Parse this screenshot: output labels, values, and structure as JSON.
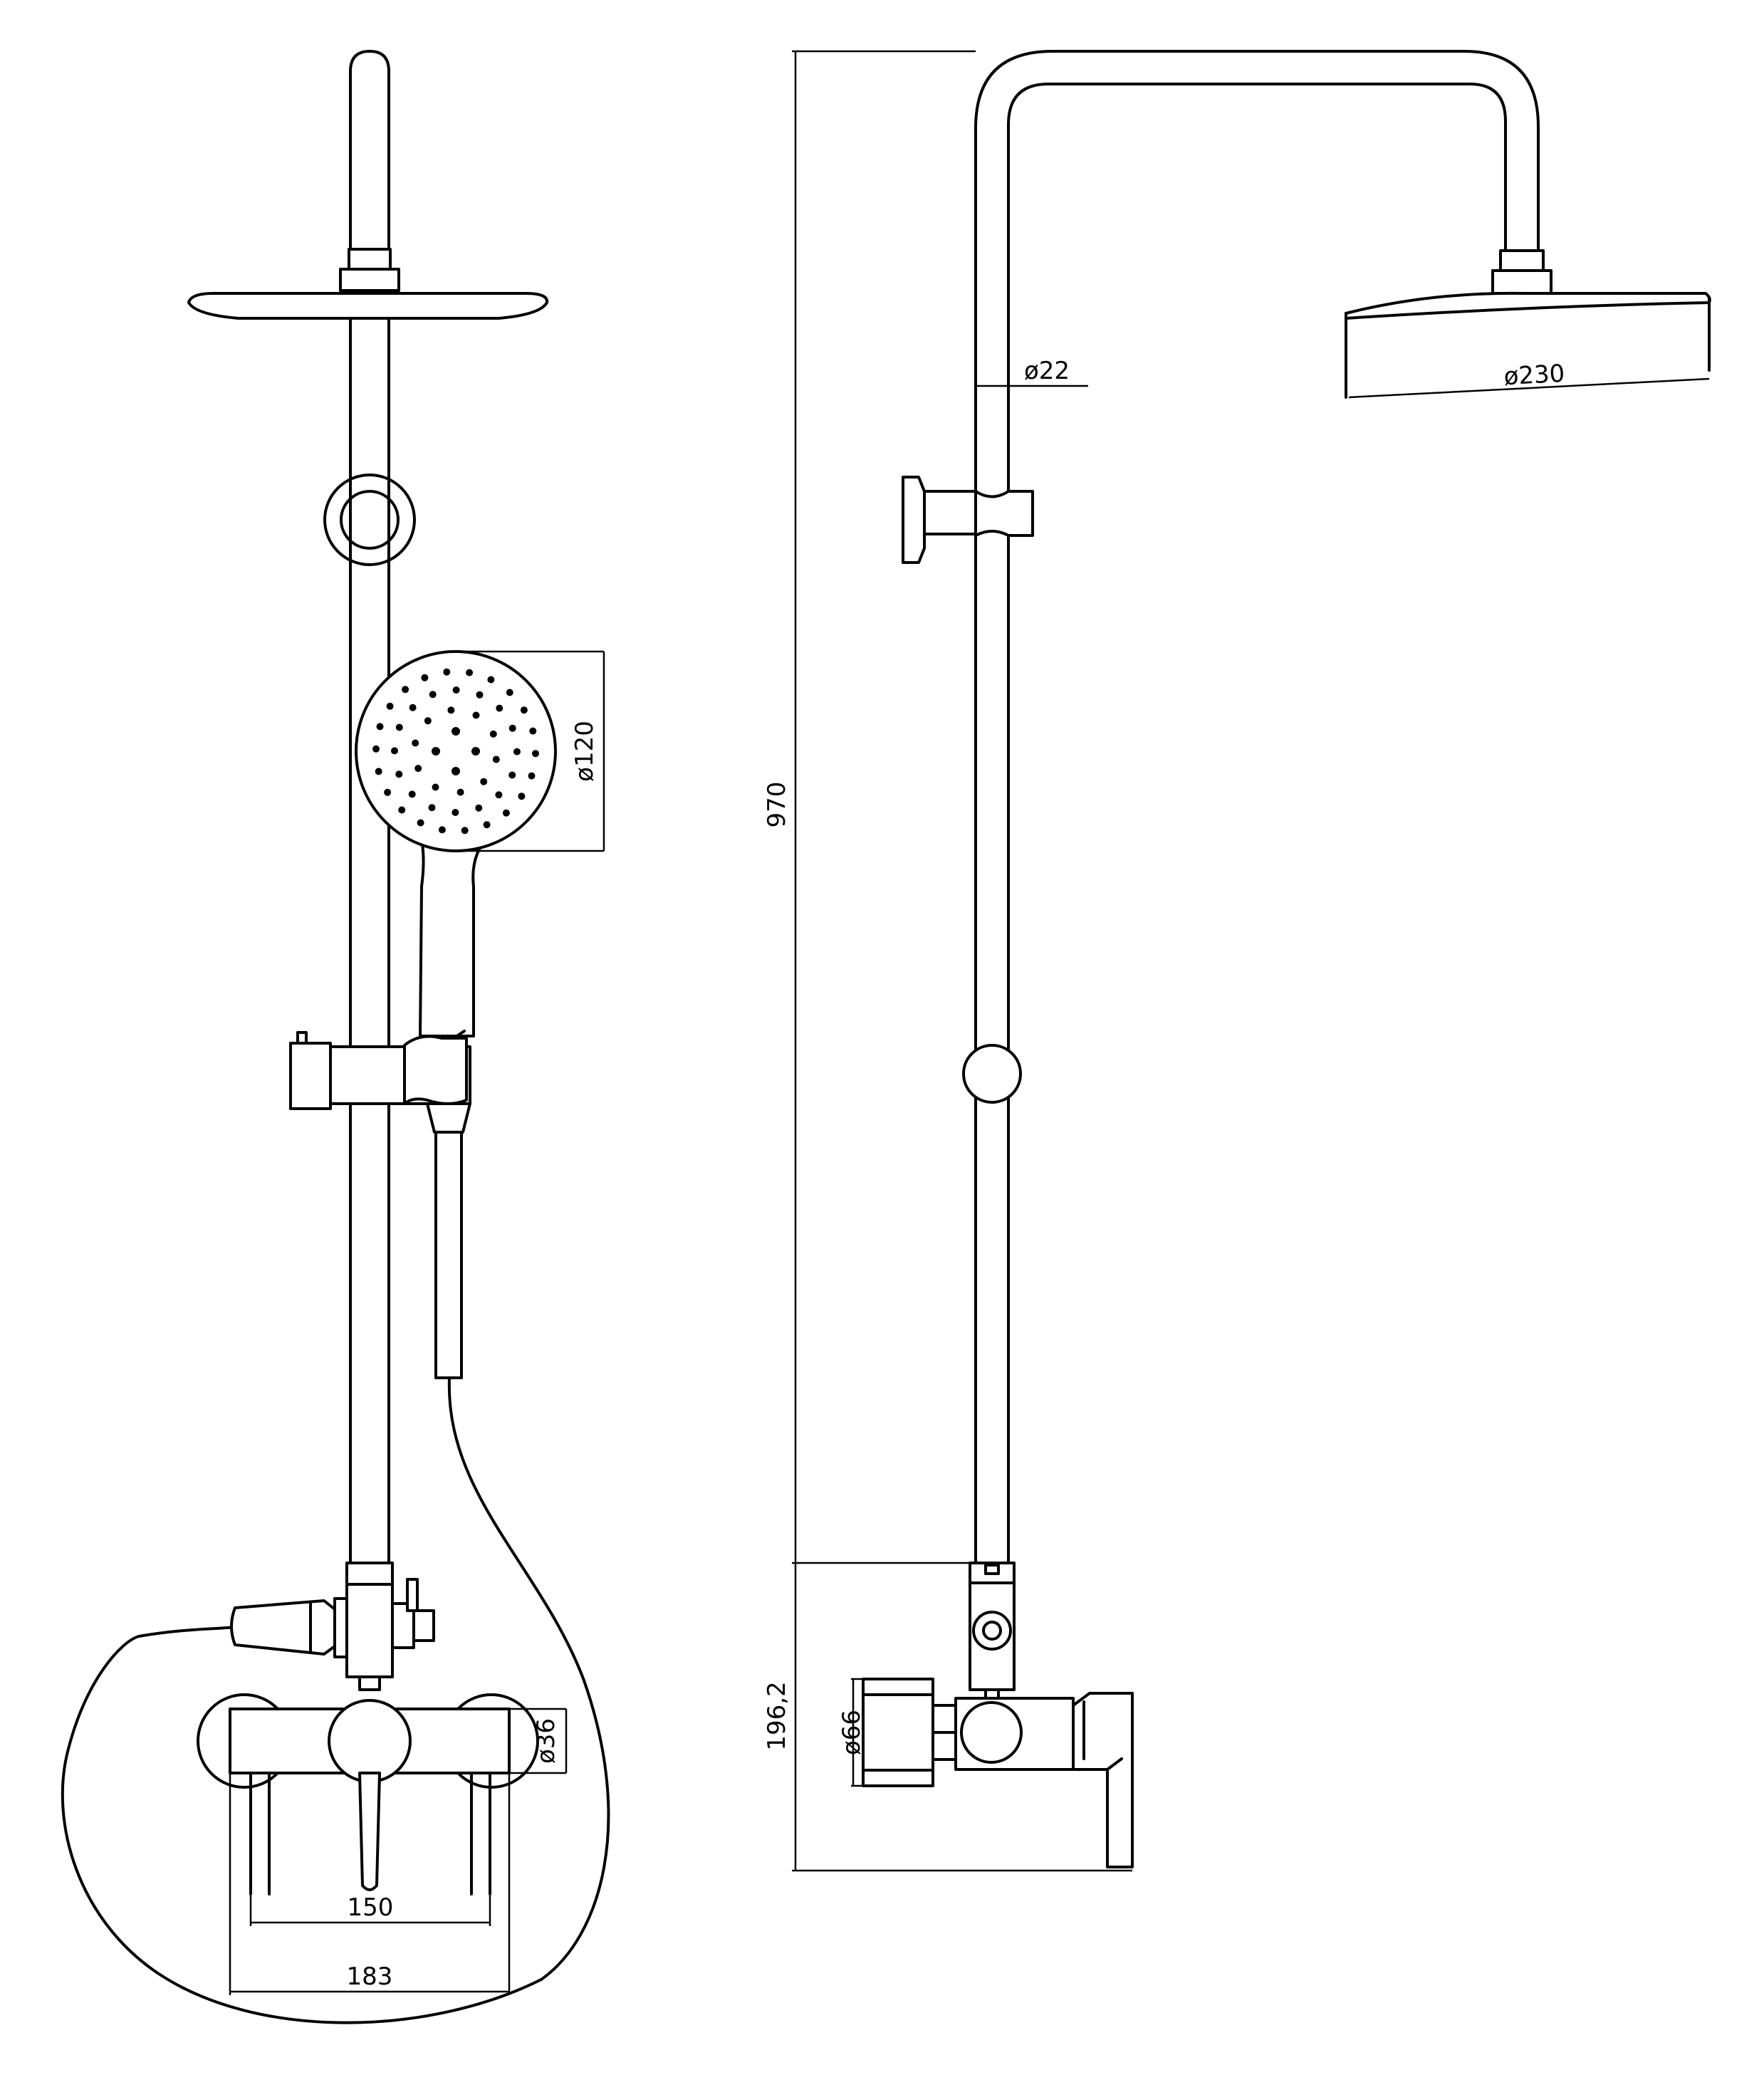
{
  "dimensions": {
    "handshower_diameter": "ø120",
    "pipe_diameter": "ø22",
    "head_diameter": "ø230",
    "total_height": "970",
    "mixer_height": "196,2",
    "mixer_body_diameter": "ø66",
    "flange_diameter": "ø36",
    "inlet_spacing": "150",
    "overall_width": "183"
  },
  "colors": {
    "line": "#000000",
    "background": "#ffffff"
  }
}
